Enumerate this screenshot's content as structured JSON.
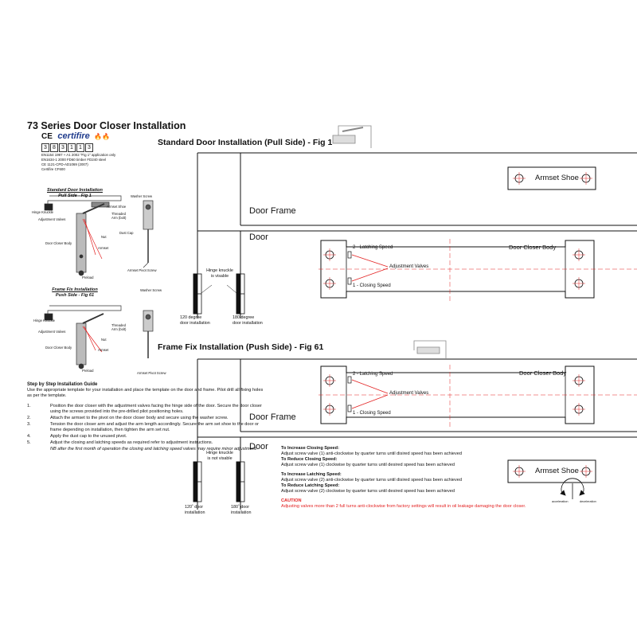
{
  "title": "73 Series Door Closer Installation",
  "cert": {
    "ce_mark": "CE",
    "brand": "certifire",
    "digits": [
      "3",
      "8",
      "3",
      "1",
      "1",
      "3"
    ],
    "standards": [
      "EN1154 1997 + A1 2002 \"Fig 1\" application only",
      "EN1634-1 2000 FD60 timber FD240 steel",
      "CE 1121-CPD-AD1069 (2007)",
      "Certifire CF600"
    ]
  },
  "small_fig1": {
    "title": "Standard Door Installation",
    "subtitle": "Pull Side - Fig 1",
    "labels": {
      "washer_screw": "Washer Screw",
      "armset_shoe": "Armset Shoe",
      "hinge_knuckle": "Hinge Knuckle",
      "threaded_arm": "Threaded Arm (bolt)",
      "adjustment_valves": "Adjustment Valves",
      "dust_cap": "Dust Cap",
      "nut": "Nut",
      "door_closer_body": "Door Closer Body",
      "armset": "Armset",
      "preload": "Preload",
      "armset_pivot_screw": "Armset Pivot Screw"
    }
  },
  "small_fig61": {
    "title": "Frame Fix Installation",
    "subtitle": "Push Side - Fig 61",
    "labels": {
      "washer_screw": "Washer Screw",
      "hinge_knuckle": "Hinge Knuckle",
      "threaded_arm": "Threaded Arm (bolt)",
      "adjustment_valves": "Adjustment Valves",
      "nut": "Nut",
      "door_closer_body": "Door Closer Body",
      "armset": "Armset",
      "preload": "Preload",
      "armset_pivot_screw": "Armset Pivot Screw"
    }
  },
  "guide": {
    "heading": "Step by Step Installation Guide",
    "intro": "Use the appropriate template for your installation and place the template on the door and frame. Pilot drill all fixing holes as per the template.",
    "steps": [
      {
        "n": "1.",
        "text": "Position the door closer with the adjustment valves facing the hinge side of the door. Secure the door closer using the screws provided into the pre-drilled pilot positioning holes."
      },
      {
        "n": "2.",
        "text": "Attach the armset to the pivot on the door closer body and secure using the washer screw."
      },
      {
        "n": "3.",
        "text": "Tension the door closer arm and adjust the arm length accordingly. Secure the arm set shoe to the door or frame depending on installation, then tighten the arm set nut."
      },
      {
        "n": "4.",
        "text": "Apply the dust cap to the unused pivot."
      },
      {
        "n": "5.",
        "text": "Adjust the closing and latching speeds as required refer to adjustment instructions."
      }
    ],
    "note": "NB after the first month of operation the closing and latching speed valves may require minor adjustment."
  },
  "fig1": {
    "title": "Standard Door Installation (Pull Side) - Fig 1",
    "armset_shoe": "Armset Shoe",
    "door_frame": "Door Frame",
    "door": "Door",
    "body": "Door Closer Body",
    "latching": "2 - Latching Speed",
    "valves": "Adjustment Valves",
    "closing": "1 - Closing Speed",
    "hinge_note": [
      "Hinge knuckle",
      "is visable"
    ],
    "left_caption": [
      "120 degree",
      "door installation"
    ],
    "right_caption": [
      "180 degree",
      "door installation"
    ]
  },
  "fig61": {
    "title": "Frame Fix Installation (Push Side) - Fig 61",
    "body": "Door Closer Body",
    "latching": "2 - Latching Speed",
    "valves": "Adjustment Valves",
    "closing": "1 - Closing Speed",
    "door_frame": "Door Frame",
    "door": "Door",
    "armset_shoe": "Armset Shoe",
    "hinge_note_a": "Hinge knuckle",
    "hinge_note_b": "is",
    "hinge_note_c": "not",
    "hinge_note_d": "visable",
    "left_caption": [
      "120˚ door",
      "installation"
    ],
    "right_caption": [
      "180˚ door",
      "installation"
    ]
  },
  "adjustment": {
    "inc_closing_h": "To Increase Closing Speed:",
    "inc_closing": "Adjust screw valve (1) anti-clockwise by quarter turns until disired speed has been achieved",
    "red_closing_h": "To Reduce Closing Speed:",
    "red_closing": "Adjust screw valve (1) clockwise by quarter turns until desired speed has been achieved",
    "inc_latching_h": "To Increase Latching Speed:",
    "inc_latching": "Adjust screw valve (2) anti-clockwise by quarter turns until disired speed has been achieved",
    "red_latching_h": "To Reduce Latching Speed:",
    "red_latching": "Adjust screw valve (2) clockwise by quarter turns until desired speed has been achieved",
    "dial_left": "acceleration",
    "dial_right": "deceleration",
    "caution_title": "CAUTION",
    "caution": "Adjusting valves more than 2 full turns anti-clockwise from factory settings will result in oil leakage damaging the door closer."
  },
  "colors": {
    "accent_red": "#e32222",
    "line": "#111111",
    "brand_blue": "#1f3b8c"
  }
}
